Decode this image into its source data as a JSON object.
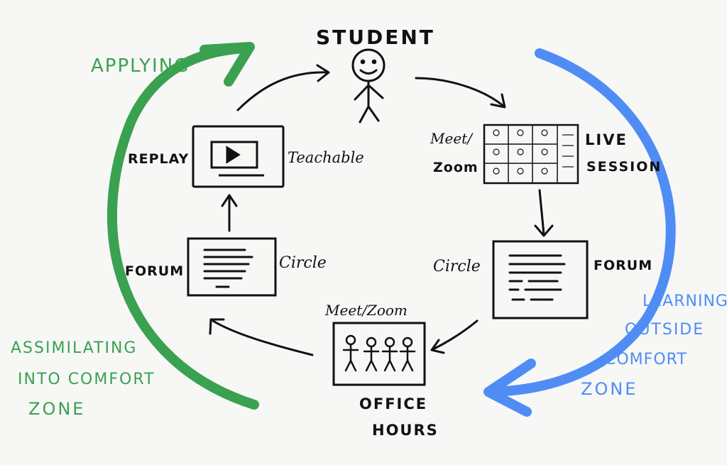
{
  "labels": {
    "student": "STUDENT",
    "applying": "APPLYING",
    "assimilating": [
      "ASSIMILATING",
      "INTO COMFORT",
      "ZONE"
    ],
    "learning": [
      "LEARNING",
      "OUTSIDE",
      "COMFORT",
      "ZONE"
    ],
    "replay": "REPLAY",
    "teachable": "Teachable",
    "meet_zoom_left": [
      "Meet/",
      "Zoom"
    ],
    "live_session": [
      "LIVE",
      "SESSION"
    ],
    "forum_left": "FORUM",
    "circle_left": "Circle",
    "circle_right": "Circle",
    "forum_right": "FORUM",
    "meet_zoom_bottom": "Meet/Zoom",
    "office_hours": [
      "OFFICE",
      "HOURS"
    ]
  },
  "colors": {
    "ink": "#111111",
    "green_arrow": "#3aa150",
    "blue_arrow": "#4f8df5",
    "background": "#f7f7f6"
  }
}
